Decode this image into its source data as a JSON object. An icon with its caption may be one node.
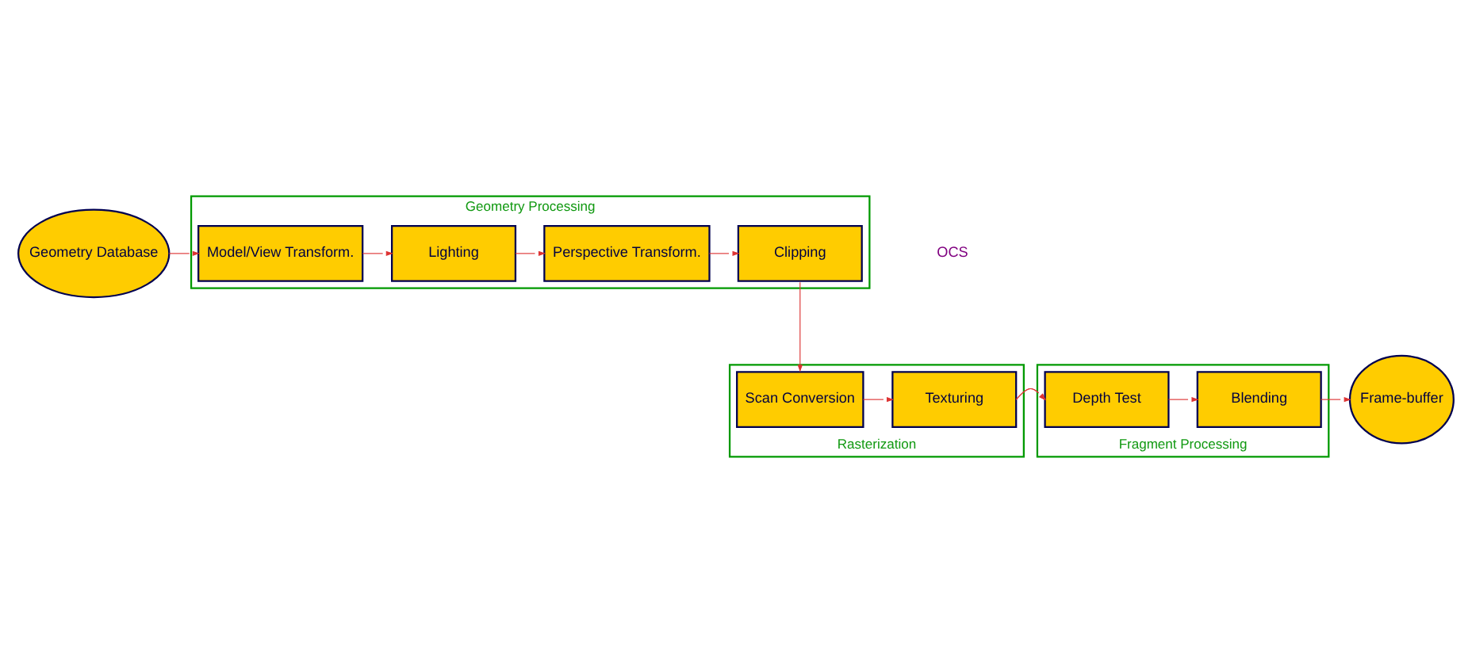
{
  "diagram": {
    "nodes": [
      {
        "text": [
          "Geometry Database"
        ]
      },
      {
        "text": [
          "Geometry Processing"
        ]
      },
      {
        "text": [
          "Model/View Transform."
        ],
        "in": 1
      },
      {
        "text": [
          "Lighting"
        ],
        "in": 1
      },
      {
        "text": [
          "Perspective Transform."
        ],
        "in": 1
      },
      {
        "text": [
          "Clipping"
        ],
        "in": 1
      },
      {
        "text": [
          "Rasterization"
        ]
      },
      {
        "text": [
          "Scan Conversion"
        ],
        "in": 6
      },
      {
        "text": [
          "Texturing"
        ],
        "in": 6
      },
      {
        "text": [
          "Fragment Processing"
        ]
      },
      {
        "text": [
          "Depth Test"
        ],
        "in": 9
      },
      {
        "text": [
          "Blending"
        ],
        "in": 9
      },
      {
        "text": [
          "Frame-buffer"
        ]
      }
    ],
    "edges": [
      {
        "from": 0,
        "to": 2,
        "arrow": "to"
      },
      {
        "from": 2,
        "to": 3,
        "arrow": "to"
      },
      {
        "from": 3,
        "to": 4,
        "arrow": "to"
      },
      {
        "from": 4,
        "to": 5,
        "arrow": "to"
      },
      {
        "from": 5,
        "to": 7,
        "arrow": "to"
      },
      {
        "from": 7,
        "to": 8,
        "arrow": "to"
      },
      {
        "from": 8,
        "to": 10,
        "arrow": "to"
      },
      {
        "from": 10,
        "to": 11,
        "arrow": "to"
      },
      {
        "from": 11,
        "to": 12,
        "arrow": "to"
      }
    ],
    "labels": [
      "OCS"
    ]
  }
}
